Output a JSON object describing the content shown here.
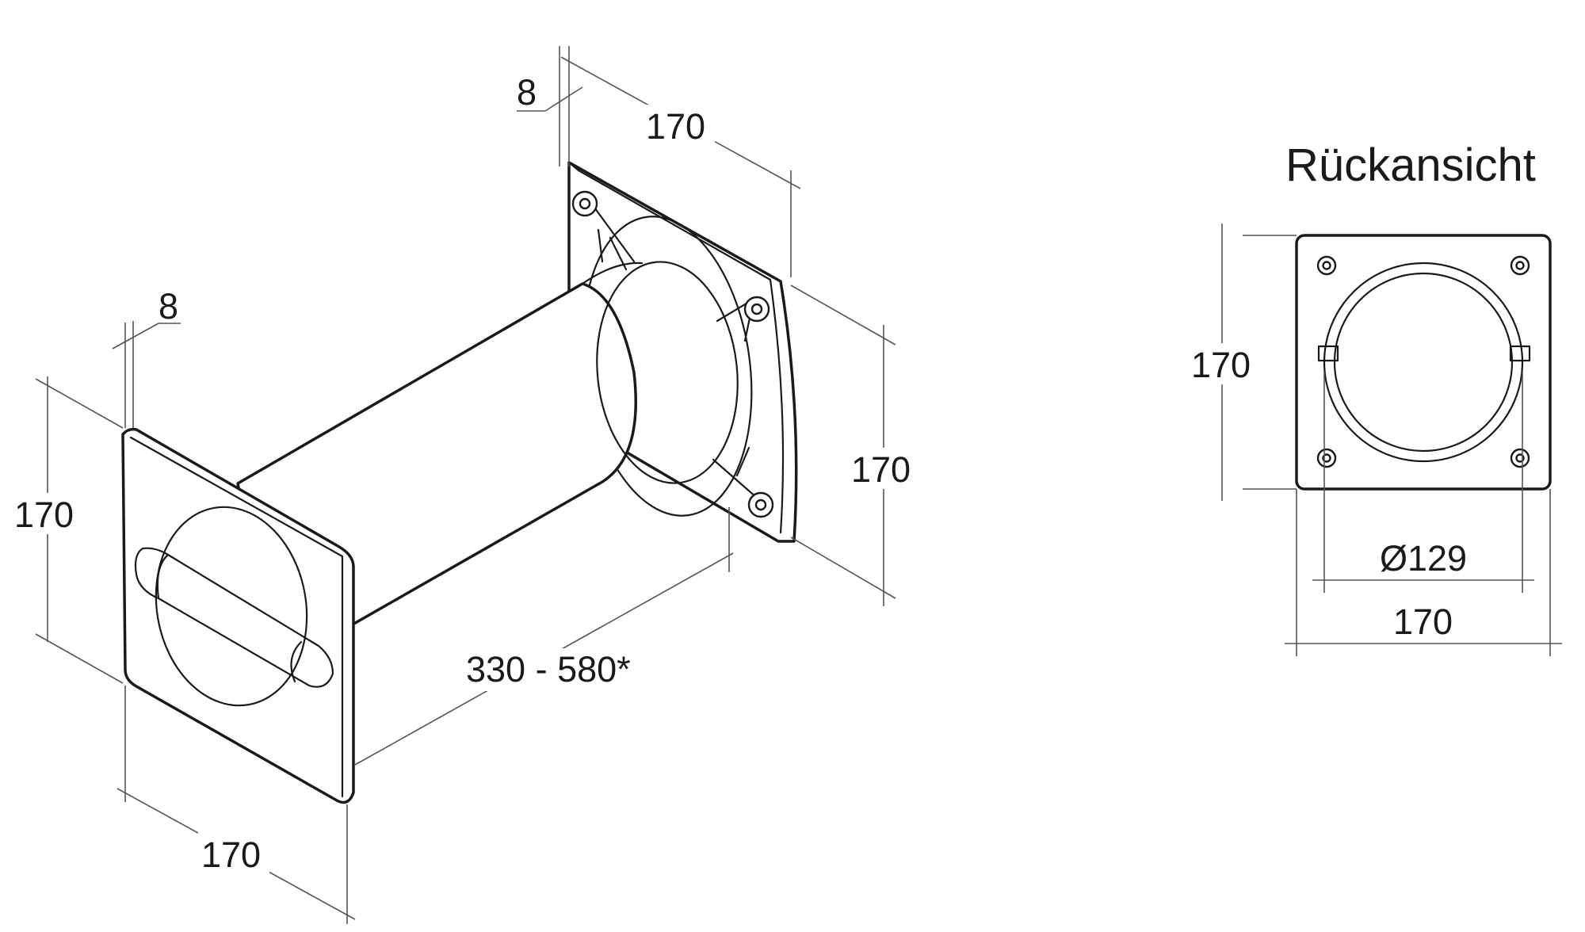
{
  "drawing": {
    "iso_view": {
      "front_panel_thickness": "8",
      "front_panel_height": "170",
      "front_panel_width": "170",
      "rear_flange_thickness": "8",
      "rear_flange_width": "170",
      "rear_flange_height": "170",
      "pipe_length": "330 - 580*"
    },
    "back_view": {
      "title": "Rückansicht",
      "height": "170",
      "inner_diameter": "Ø129",
      "width": "170"
    }
  }
}
